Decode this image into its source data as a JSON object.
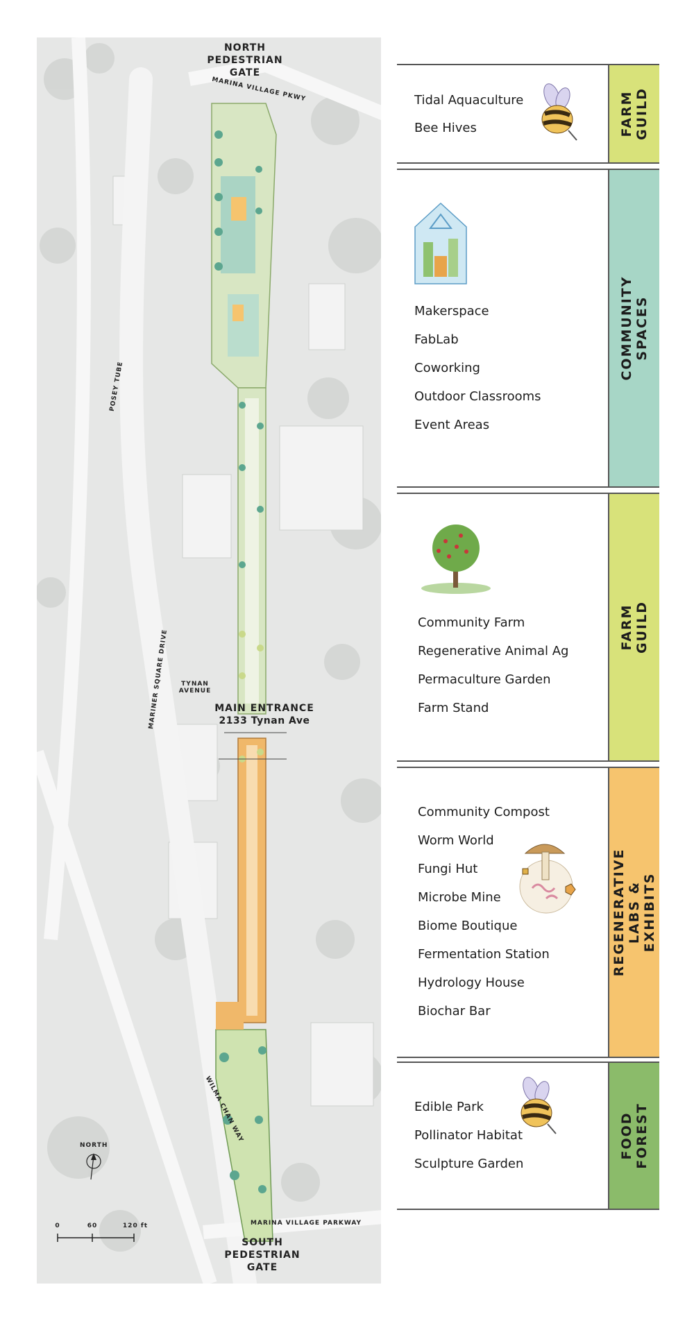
{
  "map": {
    "north_gate": "NORTH\nPEDESTRIAN\nGATE",
    "marina_village_pkwy": "MARINA VILLAGE PKWY",
    "posey_tube": "POSEY TUBE",
    "mariner_square_drive": "MARINER SQUARE DRIVE",
    "tynan_avenue": "TYNAN\nAVENUE",
    "main_entrance": "MAIN ENTRANCE",
    "main_entrance_address": "2133 Tynan Ave",
    "wilma_chan_way": "WILMA CHAN WAY",
    "north_label": "NORTH",
    "scale": [
      "0",
      "60",
      "120 ft"
    ],
    "marina_village_parkway": "MARINA VILLAGE PARKWAY",
    "south_gate": "SOUTH\nPEDESTRIAN\nGATE"
  },
  "panels": [
    {
      "band_label": "FARM\nGUILD",
      "band_color": "#d8e27a",
      "icon": "bee-icon",
      "items": [
        "Tidal Aquaculture",
        "Bee Hives"
      ]
    },
    {
      "band_label": "COMMUNITY\nSPACES",
      "band_color": "#a7d6c6",
      "icon": "greenhouse-icon",
      "items": [
        "Makerspace",
        "FabLab",
        "Coworking",
        "Outdoor Classrooms",
        "Event Areas"
      ]
    },
    {
      "band_label": "FARM\nGUILD",
      "band_color": "#d8e27a",
      "icon": "fruit-tree-icon",
      "items": [
        "Community Farm",
        "Regenerative Animal Ag",
        "Permaculture Garden",
        "Farm Stand"
      ]
    },
    {
      "band_label": "REGENERATIVE\nLABS & EXHIBITS",
      "band_color": "#f6c46e",
      "icon": "mushroom-soil-icon",
      "items": [
        "Community Compost",
        "Worm World",
        "Fungi Hut",
        "Microbe Mine",
        "Biome Boutique",
        "Fermentation Station",
        "Hydrology House",
        "Biochar Bar"
      ]
    },
    {
      "band_label": "FOOD\nFOREST",
      "band_color": "#8bbb6a",
      "icon": "bee-icon",
      "items": [
        "Edible Park",
        "Pollinator Habitat",
        "Sculpture Garden"
      ]
    }
  ]
}
